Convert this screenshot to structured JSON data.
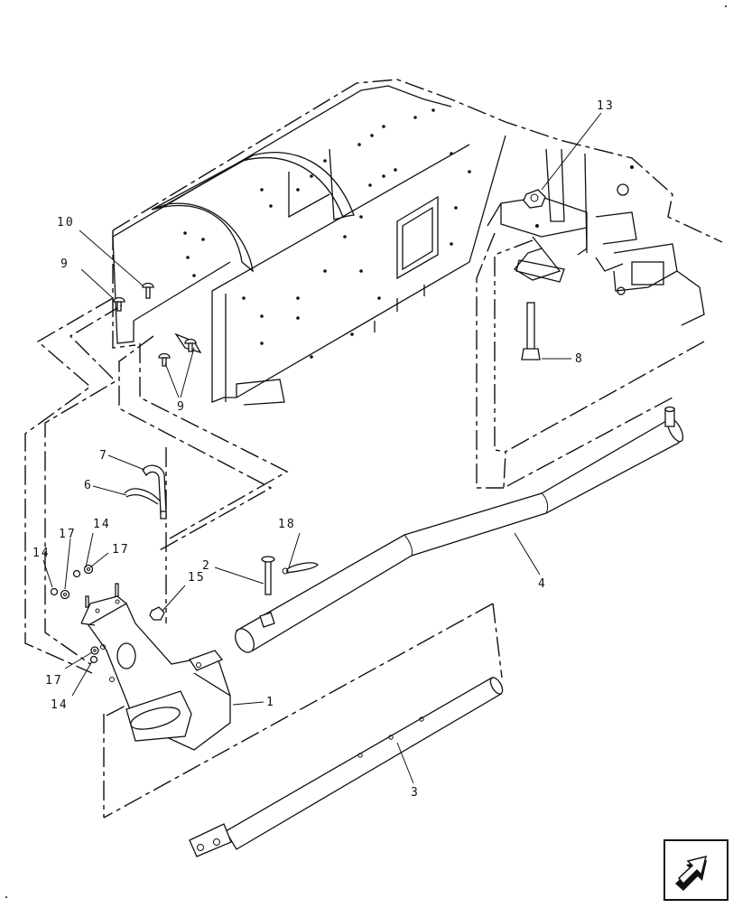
{
  "callouts": [
    {
      "id": "c1",
      "label": "1"
    },
    {
      "id": "c2",
      "label": "2"
    },
    {
      "id": "c3",
      "label": "3"
    },
    {
      "id": "c4",
      "label": "4"
    },
    {
      "id": "c6",
      "label": "6"
    },
    {
      "id": "c7",
      "label": "7"
    },
    {
      "id": "c8",
      "label": "8"
    },
    {
      "id": "c9a",
      "label": "9"
    },
    {
      "id": "c9b",
      "label": "9"
    },
    {
      "id": "c10",
      "label": "10"
    },
    {
      "id": "c13",
      "label": "13"
    },
    {
      "id": "c14a",
      "label": "14"
    },
    {
      "id": "c14b",
      "label": "14"
    },
    {
      "id": "c14c",
      "label": "14"
    },
    {
      "id": "c15",
      "label": "15"
    },
    {
      "id": "c17a",
      "label": "17"
    },
    {
      "id": "c17b",
      "label": "17"
    },
    {
      "id": "c17c",
      "label": "17"
    },
    {
      "id": "c18",
      "label": "18"
    }
  ],
  "icons": {
    "nav": "next-page-arrow-icon"
  }
}
